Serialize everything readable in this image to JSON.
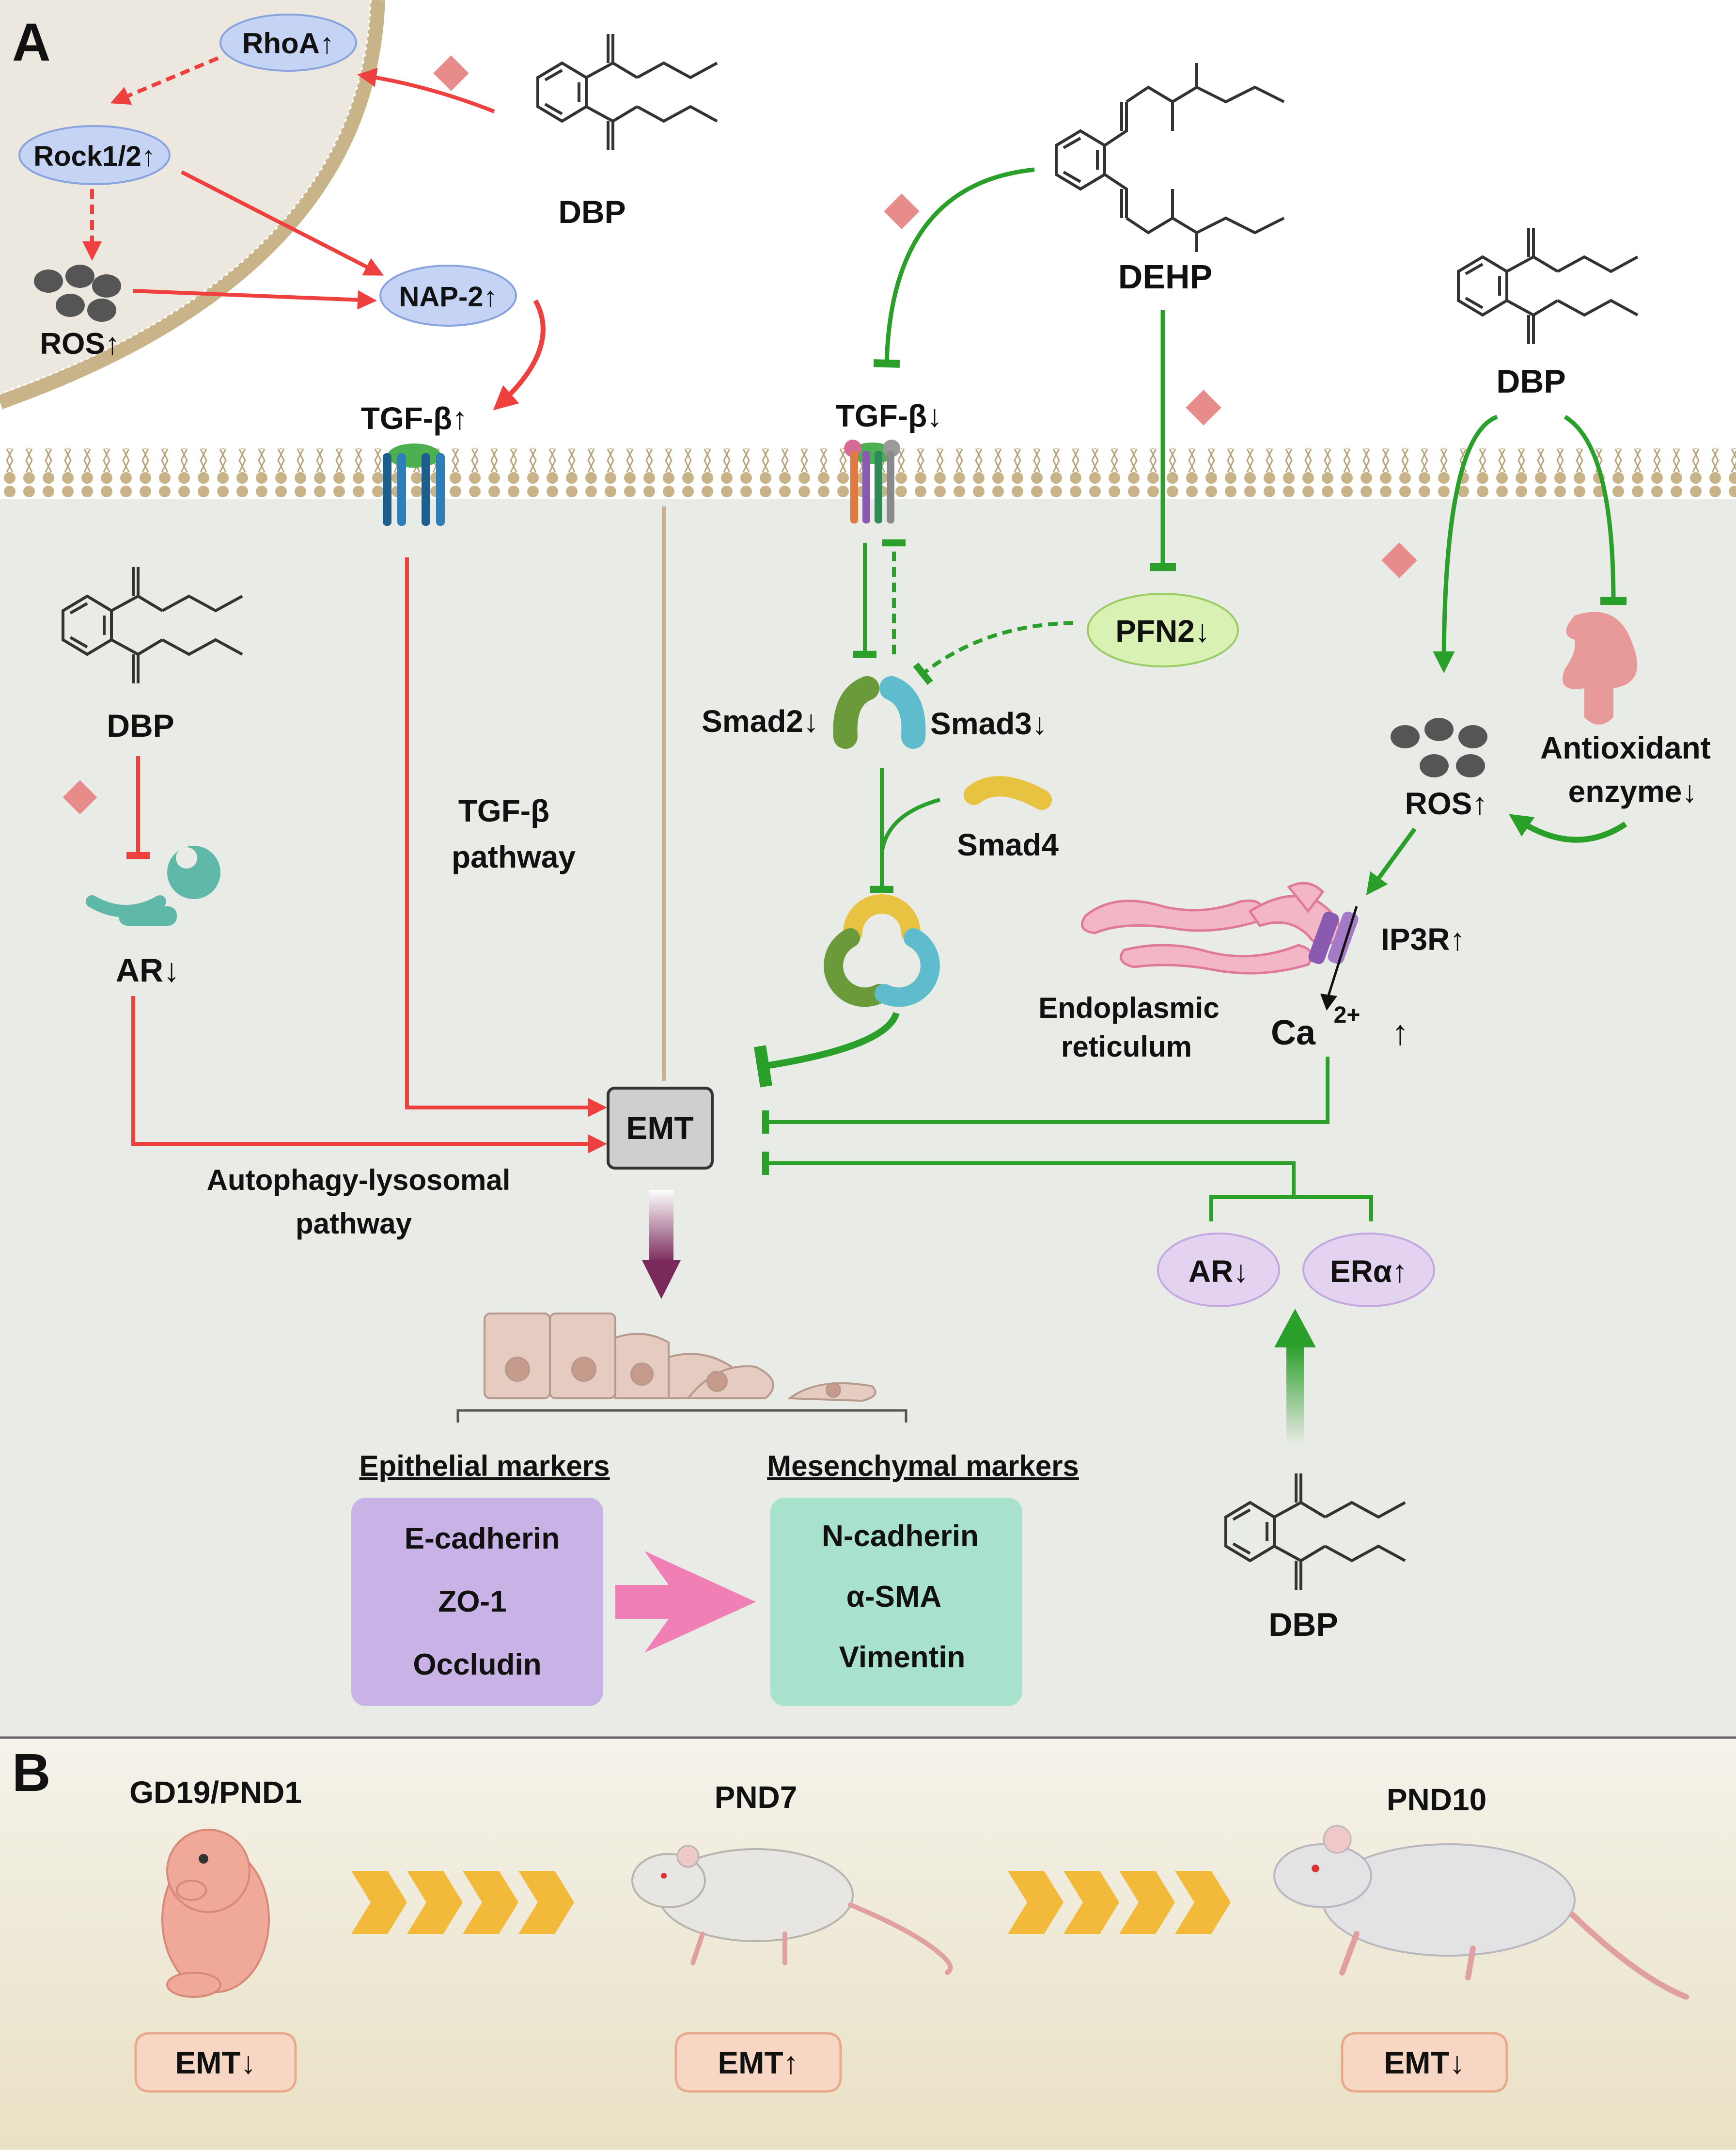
{
  "panel_a": {
    "letter": "A",
    "top_left_cell": {
      "rhoa": "RhoA↑",
      "rock": "Rock1/2↑",
      "ros": "ROS↑",
      "nap2": "NAP-2↑",
      "dbp": "DBP"
    },
    "tgf_left": "TGF-β↑",
    "tgf_pathway_line1": "TGF-β",
    "tgf_pathway_line2": "pathway",
    "dbp_left": "DBP",
    "ar_left": "AR↓",
    "autophagy_line1": "Autophagy-lysosomal",
    "autophagy_line2": "pathway",
    "dehp": "DEHP",
    "tgf_center": "TGF-β↓",
    "pfn2": "PFN2↓",
    "smad2": "Smad2↓",
    "smad3": "Smad3↓",
    "smad4": "Smad4",
    "dbp_right": "DBP",
    "antioxidant_line1": "Antioxidant",
    "antioxidant_line2": "enzyme↓",
    "ros_right": "ROS↑",
    "ip3r": "IP3R↑",
    "er_line1": "Endoplasmic",
    "er_line2": "reticulum",
    "ca_base": "Ca",
    "ca_sup": "2+",
    "ca_arrow": "↑",
    "emt": "EMT",
    "ar_right": "AR↓",
    "er_alpha": "ERα↑",
    "dbp_bottom": "DBP",
    "epithelial_title": "Epithelial markers",
    "epithelial_markers": [
      "E-cadherin",
      "ZO-1",
      "Occludin"
    ],
    "mesenchymal_title": "Mesenchymal markers",
    "mesenchymal_markers": [
      "N-cadherin",
      "α-SMA",
      "Vimentin"
    ]
  },
  "panel_b": {
    "letter": "B",
    "stages": [
      {
        "label": "GD19/PND1",
        "emt": "EMT↓"
      },
      {
        "label": "PND7",
        "emt": "EMT↑"
      },
      {
        "label": "PND10",
        "emt": "EMT↓"
      }
    ]
  },
  "colors": {
    "red_arrow": "#ef4040",
    "green_arrow": "#2aa02a",
    "cytoplasm": "#e9ebe6",
    "membrane": "#c9b48a",
    "marker_epithelial": "#c9b3e6",
    "marker_mesenchymal": "#a9e2cc",
    "oval_blue": "#c5d4f5",
    "oval_purple": "#e3d3f0",
    "oval_green": "#d9f2b4",
    "diamond": "#e88b8b",
    "chevron": "#f2b93a"
  }
}
